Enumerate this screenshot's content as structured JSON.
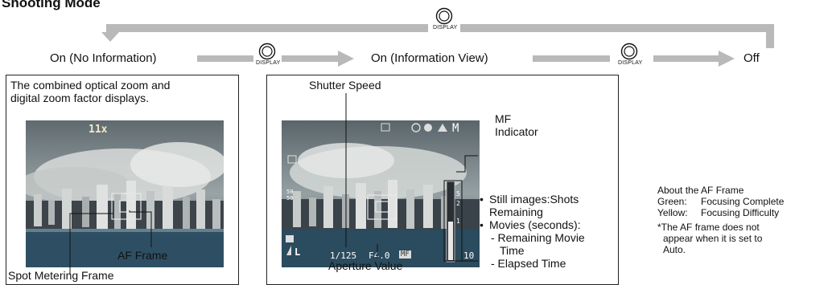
{
  "heading": "Shooting Mode",
  "modes": {
    "no_info": "On (No Information)",
    "info_view": "On (Information View)",
    "off": "Off"
  },
  "display_button_label": "DISPLAY",
  "left_panel": {
    "caption_line1": "The combined optical zoom and",
    "caption_line2": "digital zoom factor displays.",
    "zoom_readout": "11x",
    "af_frame_label": "AF Frame",
    "spot_label": "Spot Metering Frame"
  },
  "middle_panel": {
    "shutter_label": "Shutter Speed",
    "mf_line1": "MF",
    "mf_line2": "Indicator",
    "still_line1": "Still images:Shots",
    "still_line2": "Remaining",
    "movie_line1": "Movies (seconds):",
    "movie_line2": "- Remaining Movie",
    "movie_line3": "Time",
    "movie_line4": "- Elapsed Time",
    "aperture_label": "Aperture Value",
    "lcd": {
      "shutter": "1/125",
      "aperture": "F4.0",
      "mf": "MF",
      "shots": "10",
      "size": "L",
      "mode": "M",
      "iso_top": "50",
      "iso_bottom": "50",
      "mf_scale": [
        "5",
        "2",
        "1"
      ]
    }
  },
  "notes": {
    "title": "About the AF Frame",
    "green_key": "Green:",
    "green_value": "Focusing Complete",
    "yellow_key": "Yellow:",
    "yellow_value": "Focusing Difficulty",
    "note_line1": "*The AF frame does not",
    "note_line2": "appear when it is set to",
    "note_line3": "Auto."
  },
  "colors": {
    "arrow_gray": "#b9b9b9",
    "lcd_white": "#ffffff"
  }
}
